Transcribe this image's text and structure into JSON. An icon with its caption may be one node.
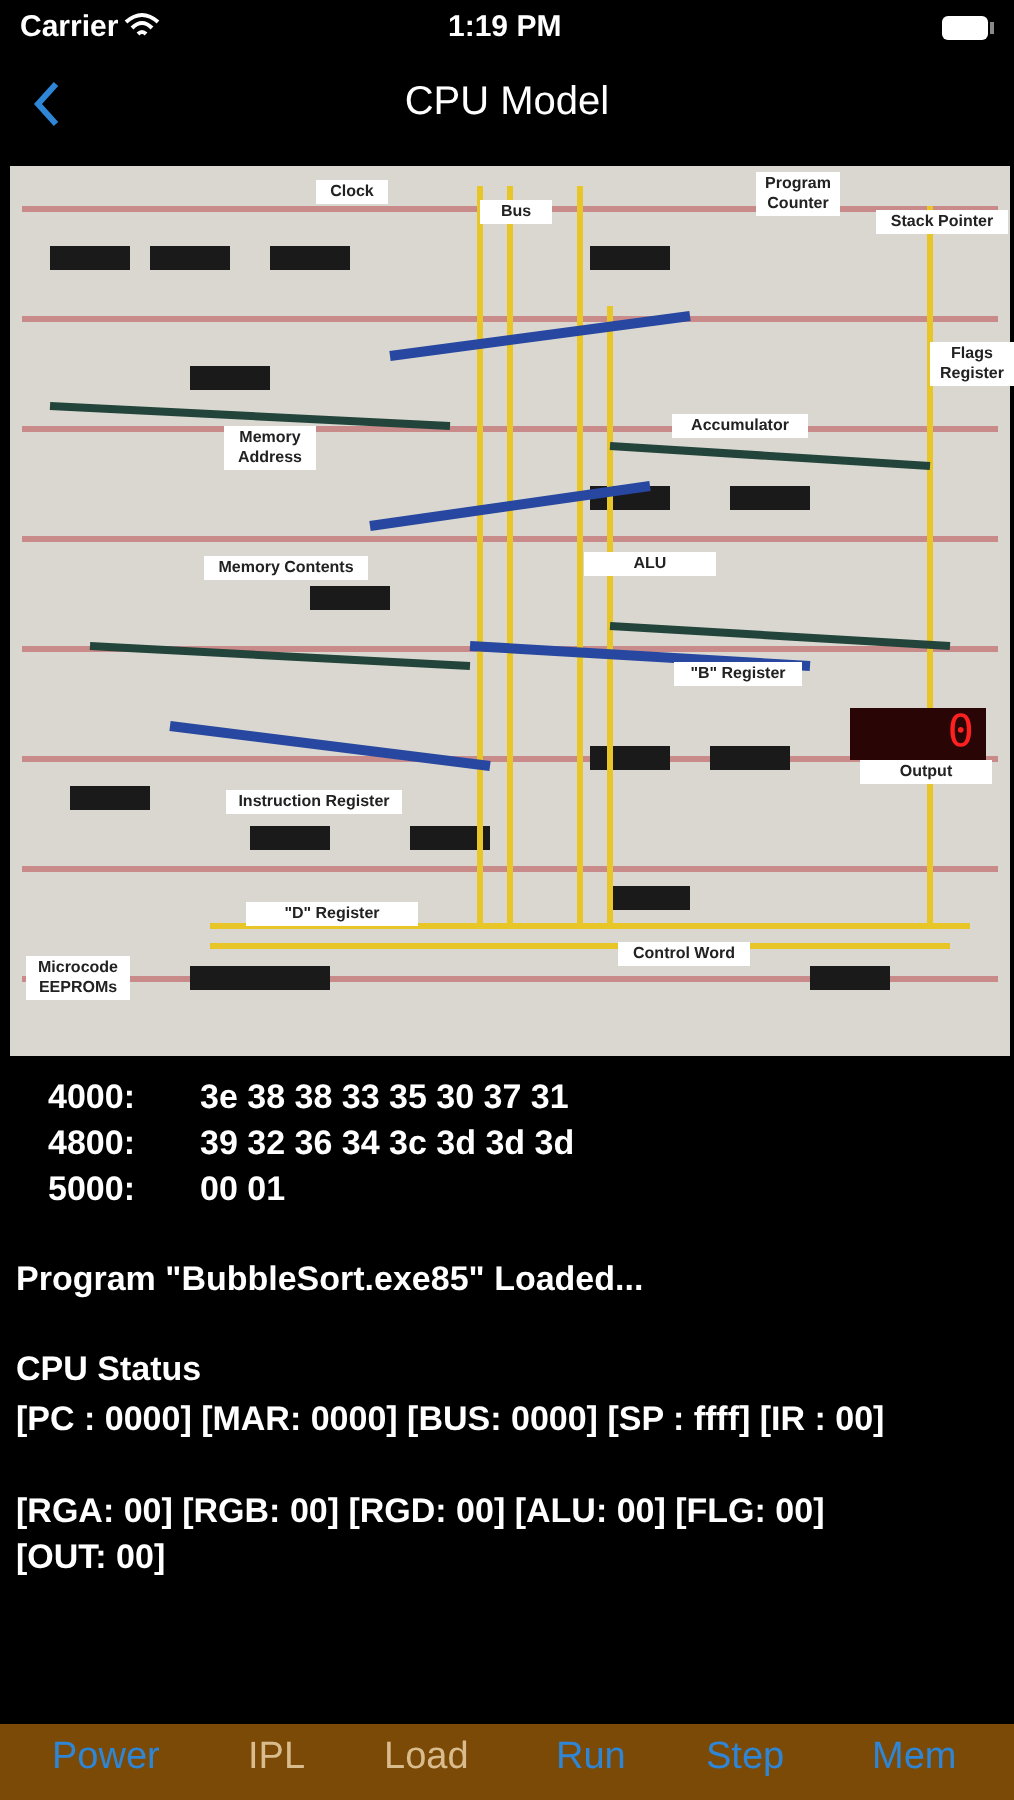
{
  "diagram": {
    "title": "CPU Model",
    "labels": [
      "Carrier",
      "1:19 PM",
      "Clock",
      "Bus",
      "Program Counter",
      "Stack Pointer",
      "Flags Register",
      "Memory Address",
      "Accumulator",
      "Memory Contents",
      "ALU",
      "\"B\" Register",
      "0",
      "Output",
      "Instruction Register",
      "\"D\" Register",
      "Control Word",
      "Microcode EEPROMs",
      "4000:",
      "3e 38 38 33 35 30 37 31",
      "4800:",
      "39 32 36 34 3c 3d 3d 3d",
      "5000:",
      "00 01",
      "Program \"BubbleSort.exe85\" Loaded...",
      "CPU Status",
      "[PC : 0000] [MAR: 0000] [BUS: 0000] [SP : ffff] [IR : 00]",
      "[RGA: 00] [RGB: 00] [RGD: 00] [ALU: 00] [FLG: 00] [OUT: 00]",
      "Power",
      "IPL",
      "Load",
      "Run",
      "Step",
      "Mem"
    ]
  }
}
